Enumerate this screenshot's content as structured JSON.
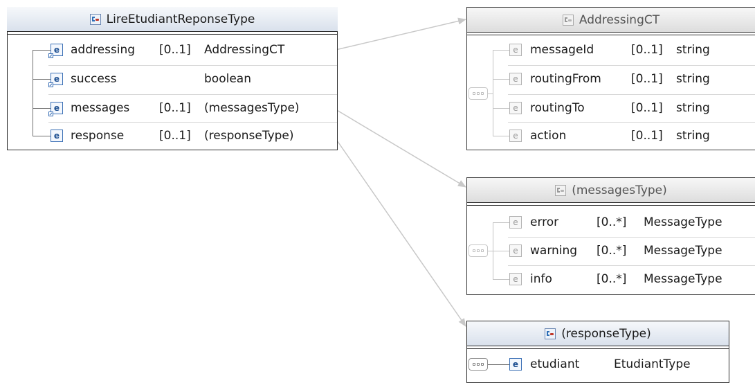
{
  "boxes": {
    "main": {
      "title": "LireEtudiantReponseType",
      "rows": [
        {
          "name": "addressing",
          "card": "[0..1]",
          "type": "AddressingCT"
        },
        {
          "name": "success",
          "card": "",
          "type": "boolean"
        },
        {
          "name": "messages",
          "card": "[0..1]",
          "type": "(messagesType)"
        },
        {
          "name": "response",
          "card": "[0..1]",
          "type": "(responseType)"
        }
      ]
    },
    "addressing": {
      "title": "AddressingCT",
      "rows": [
        {
          "name": "messageId",
          "card": "[0..1]",
          "type": "string"
        },
        {
          "name": "routingFrom",
          "card": "[0..1]",
          "type": "string"
        },
        {
          "name": "routingTo",
          "card": "[0..1]",
          "type": "string"
        },
        {
          "name": "action",
          "card": "[0..1]",
          "type": "string"
        }
      ]
    },
    "messages": {
      "title": "(messagesType)",
      "rows": [
        {
          "name": "error",
          "card": "[0..*]",
          "type": "MessageType"
        },
        {
          "name": "warning",
          "card": "[0..*]",
          "type": "MessageType"
        },
        {
          "name": "info",
          "card": "[0..*]",
          "type": "MessageType"
        }
      ]
    },
    "response": {
      "title": "(responseType)",
      "rows": [
        {
          "name": "etudiant",
          "card": "",
          "type": "EtudiantType"
        }
      ]
    }
  },
  "icons": {
    "type": "complex-type-icon",
    "element": "element-icon",
    "element_ref": "element-reference-icon",
    "sequence": "sequence-compositor-icon",
    "element_glyph": "e"
  },
  "colors": {
    "element_blue": "#3a6fb5",
    "header_gradient_end": "#d9e1ec",
    "connector_gray": "#c8c8c8"
  }
}
